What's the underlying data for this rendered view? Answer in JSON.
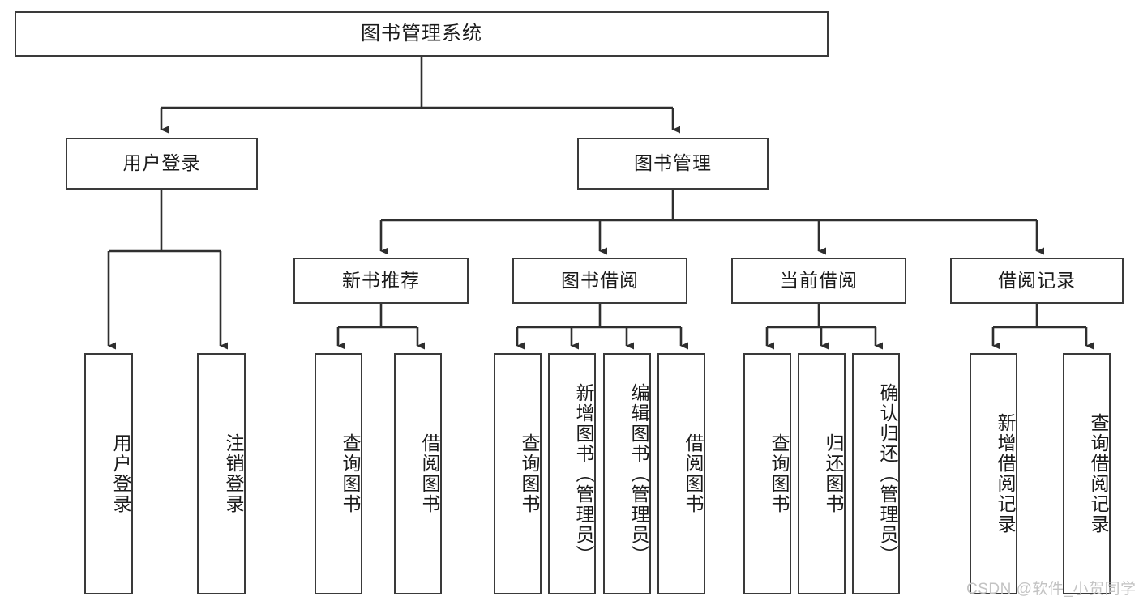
{
  "diagram": {
    "title": "图书管理系统",
    "type": "tree-hierarchy",
    "root": {
      "label": "图书管理系统"
    },
    "level2": [
      {
        "label": "用户登录"
      },
      {
        "label": "图书管理"
      }
    ],
    "level3": [
      {
        "label": "新书推荐"
      },
      {
        "label": "图书借阅"
      },
      {
        "label": "当前借阅"
      },
      {
        "label": "借阅记录"
      }
    ],
    "leaves": {
      "user_login": [
        {
          "label": "用户登录"
        },
        {
          "label": "注销登录"
        }
      ],
      "new_book_recommend": [
        {
          "label": "查询图书"
        },
        {
          "label": "借阅图书"
        }
      ],
      "book_borrow": [
        {
          "label": "查询图书"
        },
        {
          "label": "新增图书（管理员）"
        },
        {
          "label": "编辑图书（管理员）"
        },
        {
          "label": "借阅图书"
        }
      ],
      "current_borrow": [
        {
          "label": "查询图书"
        },
        {
          "label": "归还图书"
        },
        {
          "label": "确认归还（管理员）"
        }
      ],
      "borrow_record": [
        {
          "label": "新增借阅记录"
        },
        {
          "label": "查询借阅记录"
        }
      ]
    }
  },
  "watermark": {
    "text": "CSDN @软件_小贺同学"
  },
  "colors": {
    "box_border": "#3a3a3a",
    "box_fill": "#ffffff",
    "text": "#1a1a1a",
    "edge": "#2f2f2f",
    "watermark": "#c3c3c3"
  }
}
